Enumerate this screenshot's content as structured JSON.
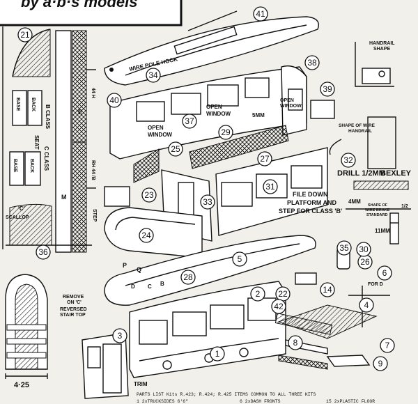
{
  "header": {
    "brand": "by a·b·s models"
  },
  "callouts": [
    "1",
    "2",
    "3",
    "4",
    "5",
    "6",
    "7",
    "8",
    "9",
    "14",
    "21",
    "22",
    "23",
    "24",
    "25",
    "26",
    "27",
    "28",
    "29",
    "30",
    "31",
    "32",
    "33",
    "34",
    "35",
    "36",
    "37",
    "38",
    "39",
    "40",
    "41",
    "42"
  ],
  "labels": {
    "wire_pole_hook": "WIRE POLE HOOK",
    "open_window_1": "OPEN",
    "open_window_1b": "WINDOW",
    "open_window_2": "OPEN",
    "open_window_2b": "WINDOW",
    "open_window_3": "OPEN",
    "open_window_3b": "WINDOW",
    "mm5": "5MM",
    "handrail_shape": "HANDRAIL",
    "handrail_shape_b": "SHAPE",
    "wire_handrail": "SHAPE OF WIRE",
    "wire_handrail_b": "HANDRAIL",
    "drill": "DRILL 1/2MM",
    "bexley": "BEXLEY",
    "file_down_1": "FILE DOWN",
    "file_down_2": "PLATFORM AND",
    "file_down_3": "STEP FOR CLASS 'B'",
    "mm4": "4MM",
    "shape_wire_brake": "SHAPE OF",
    "shape_wire_brake_b": "WIRE BRAKE",
    "shape_wire_brake_c": "STANDARD",
    "mm11": "11MM",
    "frac": "1/2",
    "b_class": "B CLASS",
    "c_class": "C CLASS",
    "base1": "BASE",
    "back1": "BACK",
    "seat": "SEAT",
    "back2": "BACK",
    "base2": "BASE",
    "scallop": "SCALLOP",
    "c_label": "'C'",
    "h44": "44 H",
    "rh": "RH 44 /B",
    "step": "STEP",
    "remove": "REMOVE",
    "remove_b": "ON 'C'",
    "reversed": "REVERSED",
    "reversed_b": "STAIR TOP",
    "for_d": "FOR D",
    "trim": "TRIM",
    "p": "P",
    "q": "Q",
    "d": "D",
    "c": "C",
    "b": "B",
    "e": "E",
    "m": "M",
    "dim425": "4·25"
  },
  "parts_list": {
    "heading": "PARTS LIST  Kits  R.423; R.424; R.425  ITEMS COMMON TO ALL THREE KITS",
    "item1": "1 2xTRUCKSIDES 6'6\"",
    "item6": "6 2xDASH FRONTS",
    "item15": "15 2xPLASTIC FLOOR"
  }
}
